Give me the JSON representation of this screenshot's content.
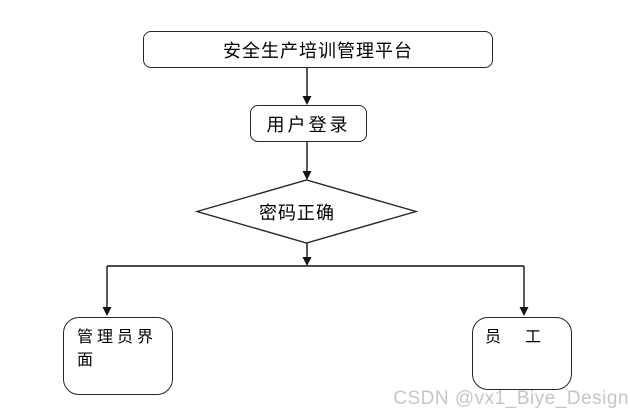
{
  "colors": {
    "background": "#ffffff",
    "line": "#141414",
    "node_border": "#262626",
    "text": "#000000",
    "watermark": "#c6c6c6"
  },
  "nodes": {
    "platform": {
      "label": "安全生产培训管理平台"
    },
    "login": {
      "label": "用户登录"
    },
    "decision": {
      "label": "密码正确"
    },
    "admin": {
      "label": "管理员界面"
    },
    "employee": {
      "label": "员　工"
    }
  },
  "watermark": {
    "text": "CSDN @vx1_Biye_Design"
  }
}
